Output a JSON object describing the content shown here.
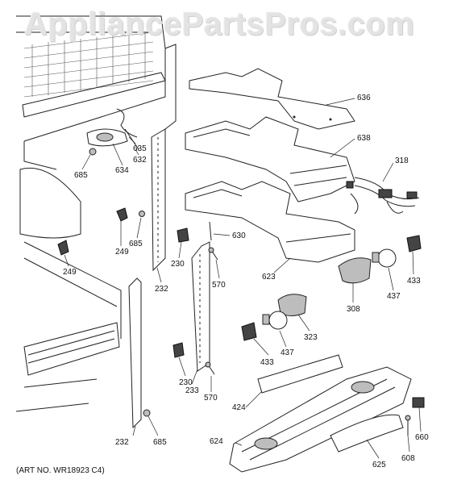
{
  "watermark": "AppliancePartsPros.com",
  "art_number": "(ART NO. WR18923 C4)",
  "labels": {
    "l636": "636",
    "l638": "638",
    "l318": "318",
    "l635": "635",
    "l632": "632",
    "l634": "634",
    "l685a": "685",
    "l249a": "249",
    "l685b": "685",
    "l249b": "249",
    "l230a": "230",
    "l232a": "232",
    "l630": "630",
    "l570a": "570",
    "l623": "623",
    "l433a": "433",
    "l437a": "437",
    "l308": "308",
    "l323": "323",
    "l437b": "437",
    "l433b": "433",
    "l230b": "230",
    "l233": "233",
    "l570b": "570",
    "l424": "424",
    "l232b": "232",
    "l685c": "685",
    "l624": "624",
    "l625": "625",
    "l608": "608",
    "l660": "660"
  }
}
